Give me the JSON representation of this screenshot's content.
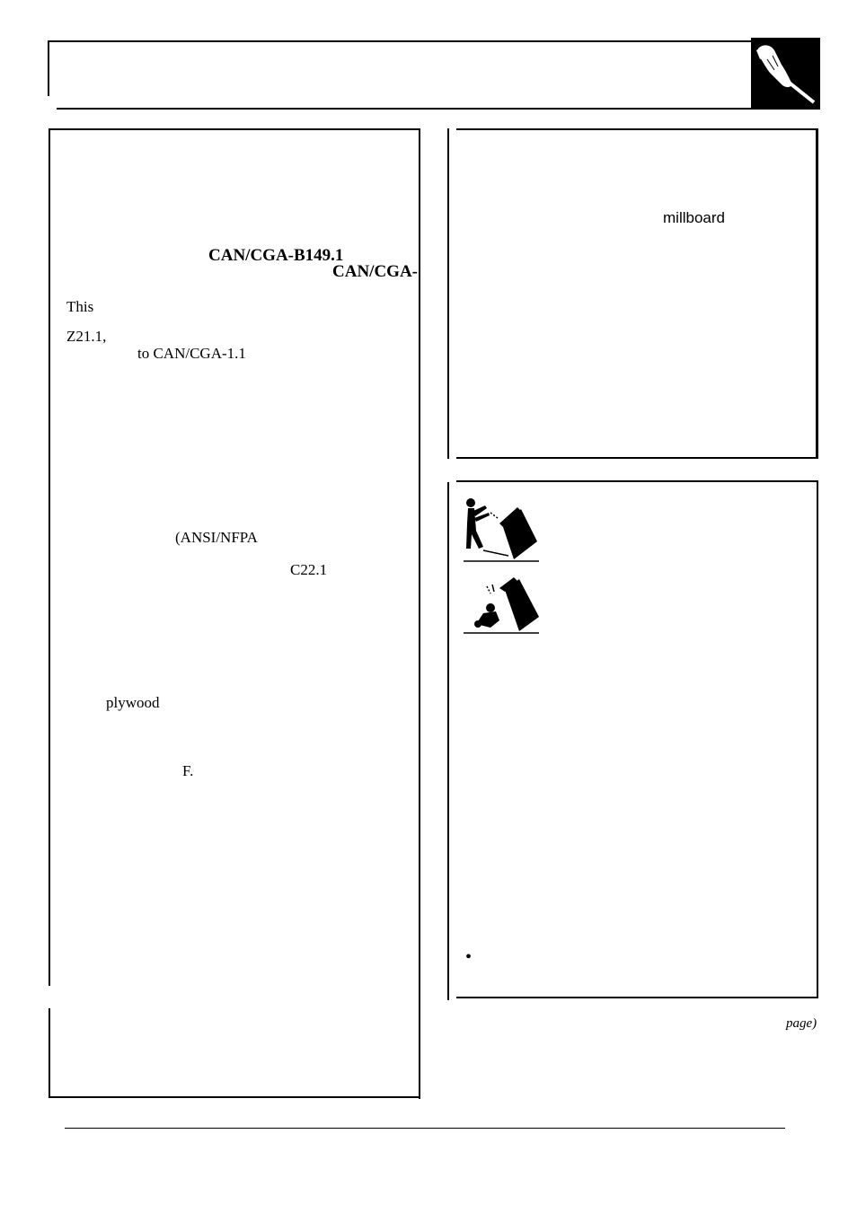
{
  "left_panel": {
    "standard_b149": "CAN/CGA-B149.1",
    "standard_can_cga": "CAN/CGA-",
    "this_word": "This",
    "z21": "Z21.1,",
    "to_can_cga": "to CAN/CGA-1.1",
    "ansi_nfpa": "(ANSI/NFPA",
    "c22": "C22.1",
    "plywood": "plywood",
    "f_letter": "F."
  },
  "right_top_panel": {
    "millboard": "millboard"
  },
  "right_bottom_panel": {
    "bullet": "•"
  },
  "footer": {
    "page_continued": "page)"
  },
  "icons": {
    "header_icon": "hand-with-screwdriver-icon",
    "tip_adult_icon": "adult-tipping-range-icon",
    "tip_child_icon": "child-tipping-range-icon"
  }
}
